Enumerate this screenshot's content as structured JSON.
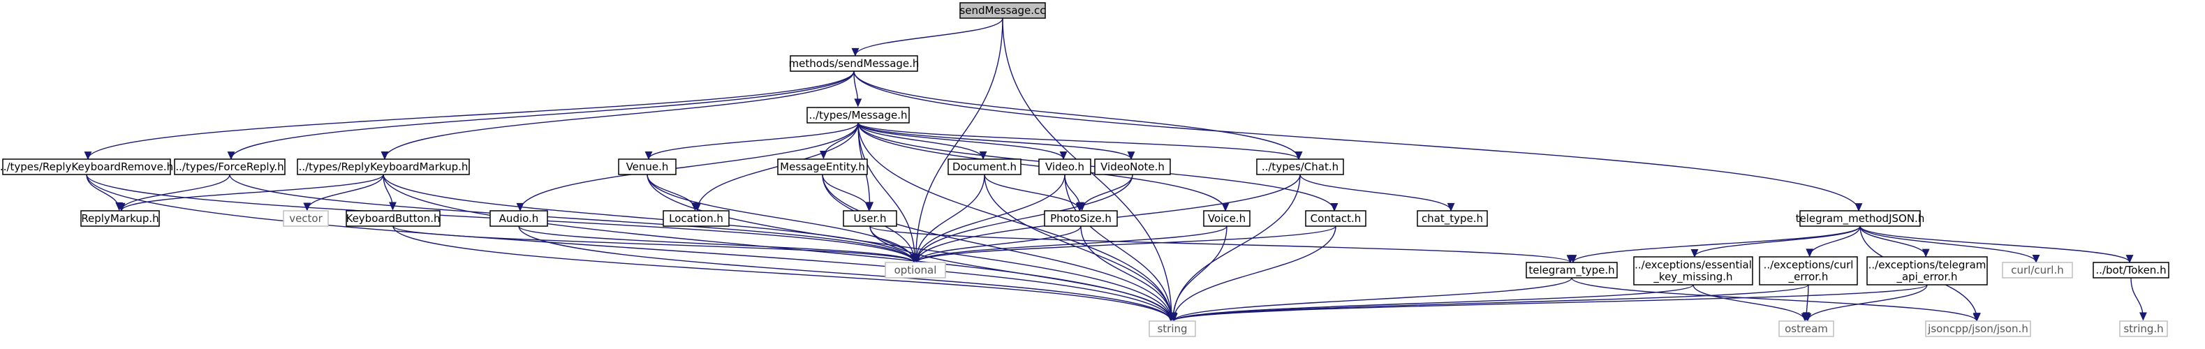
{
  "diagram": {
    "nodes": {
      "root": {
        "label": "sendMessage.cc"
      },
      "methods_sendMessage": {
        "label": "methods/sendMessage.h"
      },
      "types_Message": {
        "label": "../types/Message.h"
      },
      "types_ReplyKeyboardRemove": {
        "label": "../types/ReplyKeyboardRemove.h"
      },
      "types_ForceReply": {
        "label": "../types/ForceReply.h"
      },
      "types_ReplyKeyboardMarkup": {
        "label": "../types/ReplyKeyboardMarkup.h"
      },
      "types_Chat": {
        "label": "../types/Chat.h"
      },
      "telegram_methodJSON": {
        "label": "telegram_methodJSON.h"
      },
      "ReplyMarkup": {
        "label": "ReplyMarkup.h"
      },
      "vector": {
        "label": "vector"
      },
      "KeyboardButton": {
        "label": "KeyboardButton.h"
      },
      "Audio": {
        "label": "Audio.h"
      },
      "Venue": {
        "label": "Venue.h"
      },
      "Location": {
        "label": "Location.h"
      },
      "MessageEntity": {
        "label": "MessageEntity.h"
      },
      "User": {
        "label": "User.h"
      },
      "Document": {
        "label": "Document.h"
      },
      "Video": {
        "label": "Video.h"
      },
      "PhotoSize": {
        "label": "PhotoSize.h"
      },
      "VideoNote": {
        "label": "VideoNote.h"
      },
      "Voice": {
        "label": "Voice.h"
      },
      "Contact": {
        "label": "Contact.h"
      },
      "chat_type": {
        "label": "chat_type.h"
      },
      "optional": {
        "label": "optional"
      },
      "string": {
        "label": "string"
      },
      "telegram_type": {
        "label": "telegram_type.h"
      },
      "exc_essential": {
        "label": "../exceptions/essential\n_key_missing.h"
      },
      "exc_curl": {
        "label": "../exceptions/curl\n_error.h"
      },
      "exc_telegram_api": {
        "label": "../exceptions/telegram\n_api_error.h"
      },
      "curl": {
        "label": "curl/curl.h"
      },
      "bot_Token": {
        "label": "../bot/Token.h"
      },
      "ostream": {
        "label": "ostream"
      },
      "jsoncpp": {
        "label": "jsoncpp/json/json.h"
      },
      "string_h": {
        "label": "string.h"
      }
    },
    "edges": [
      [
        "root",
        "methods_sendMessage"
      ],
      [
        "root",
        "optional"
      ],
      [
        "root",
        "string"
      ],
      [
        "methods_sendMessage",
        "types_Message"
      ],
      [
        "methods_sendMessage",
        "types_ReplyKeyboardRemove"
      ],
      [
        "methods_sendMessage",
        "types_ForceReply"
      ],
      [
        "methods_sendMessage",
        "types_ReplyKeyboardMarkup"
      ],
      [
        "methods_sendMessage",
        "types_Chat"
      ],
      [
        "methods_sendMessage",
        "telegram_methodJSON"
      ],
      [
        "types_Message",
        "Audio"
      ],
      [
        "types_Message",
        "Venue"
      ],
      [
        "types_Message",
        "Location"
      ],
      [
        "types_Message",
        "MessageEntity"
      ],
      [
        "types_Message",
        "User"
      ],
      [
        "types_Message",
        "Document"
      ],
      [
        "types_Message",
        "Video"
      ],
      [
        "types_Message",
        "VideoNote"
      ],
      [
        "types_Message",
        "Voice"
      ],
      [
        "types_Message",
        "Contact"
      ],
      [
        "types_Message",
        "types_Chat"
      ],
      [
        "types_Message",
        "optional"
      ],
      [
        "types_Message",
        "string"
      ],
      [
        "types_ReplyKeyboardRemove",
        "ReplyMarkup"
      ],
      [
        "types_ReplyKeyboardRemove",
        "optional"
      ],
      [
        "types_ReplyKeyboardRemove",
        "string"
      ],
      [
        "types_ForceReply",
        "ReplyMarkup"
      ],
      [
        "types_ForceReply",
        "optional"
      ],
      [
        "types_ReplyKeyboardMarkup",
        "ReplyMarkup"
      ],
      [
        "types_ReplyKeyboardMarkup",
        "vector"
      ],
      [
        "types_ReplyKeyboardMarkup",
        "KeyboardButton"
      ],
      [
        "types_ReplyKeyboardMarkup",
        "optional"
      ],
      [
        "types_ReplyKeyboardMarkup",
        "string"
      ],
      [
        "KeyboardButton",
        "optional"
      ],
      [
        "KeyboardButton",
        "string"
      ],
      [
        "Audio",
        "optional"
      ],
      [
        "Audio",
        "string"
      ],
      [
        "Venue",
        "Location"
      ],
      [
        "Venue",
        "optional"
      ],
      [
        "Venue",
        "string"
      ],
      [
        "MessageEntity",
        "User"
      ],
      [
        "MessageEntity",
        "optional"
      ],
      [
        "MessageEntity",
        "string"
      ],
      [
        "User",
        "optional"
      ],
      [
        "User",
        "string"
      ],
      [
        "User",
        "telegram_type"
      ],
      [
        "Document",
        "PhotoSize"
      ],
      [
        "Document",
        "optional"
      ],
      [
        "Document",
        "string"
      ],
      [
        "Video",
        "PhotoSize"
      ],
      [
        "Video",
        "optional"
      ],
      [
        "Video",
        "string"
      ],
      [
        "VideoNote",
        "PhotoSize"
      ],
      [
        "VideoNote",
        "optional"
      ],
      [
        "PhotoSize",
        "optional"
      ],
      [
        "PhotoSize",
        "string"
      ],
      [
        "Voice",
        "optional"
      ],
      [
        "Voice",
        "string"
      ],
      [
        "Contact",
        "optional"
      ],
      [
        "Contact",
        "string"
      ],
      [
        "types_Chat",
        "chat_type"
      ],
      [
        "types_Chat",
        "optional"
      ],
      [
        "types_Chat",
        "string"
      ],
      [
        "telegram_methodJSON",
        "telegram_type"
      ],
      [
        "telegram_methodJSON",
        "exc_essential"
      ],
      [
        "telegram_methodJSON",
        "exc_curl"
      ],
      [
        "telegram_methodJSON",
        "exc_telegram_api"
      ],
      [
        "telegram_methodJSON",
        "curl"
      ],
      [
        "telegram_methodJSON",
        "bot_Token"
      ],
      [
        "telegram_methodJSON",
        "jsoncpp"
      ],
      [
        "telegram_type",
        "string"
      ],
      [
        "telegram_type",
        "jsoncpp"
      ],
      [
        "exc_essential",
        "string"
      ],
      [
        "exc_essential",
        "ostream"
      ],
      [
        "exc_curl",
        "string"
      ],
      [
        "exc_curl",
        "ostream"
      ],
      [
        "exc_telegram_api",
        "string"
      ],
      [
        "exc_telegram_api",
        "ostream"
      ],
      [
        "bot_Token",
        "string_h"
      ]
    ]
  },
  "colors": {
    "edge": "#191970",
    "node_border": "#000000",
    "node_fill": "#ffffff",
    "root_fill": "#bfbfbf",
    "external_border": "#bfbfbf"
  }
}
